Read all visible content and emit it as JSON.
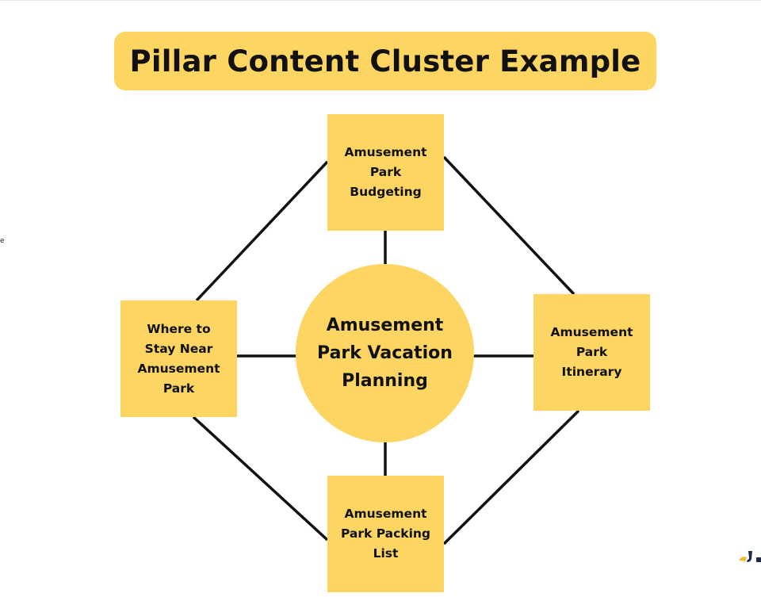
{
  "title": "Pillar Content Cluster Example",
  "center": {
    "label": "Amusement Park Vacation Planning"
  },
  "clusters": {
    "top": "Amusement Park Budgeting",
    "right": "Amusement Park Itinerary",
    "bottom": "Amusement Park Packing List",
    "left": "Where to Stay Near Amusement Park"
  },
  "edge_fragment": "e",
  "colors": {
    "node_fill": "#fdd563",
    "connector": "#111111",
    "background": "#ffffff",
    "logo_navy": "#1f2a4a",
    "logo_gold": "#f5b82e"
  },
  "icons": {
    "brand_logo": "brand-logo-icon"
  }
}
